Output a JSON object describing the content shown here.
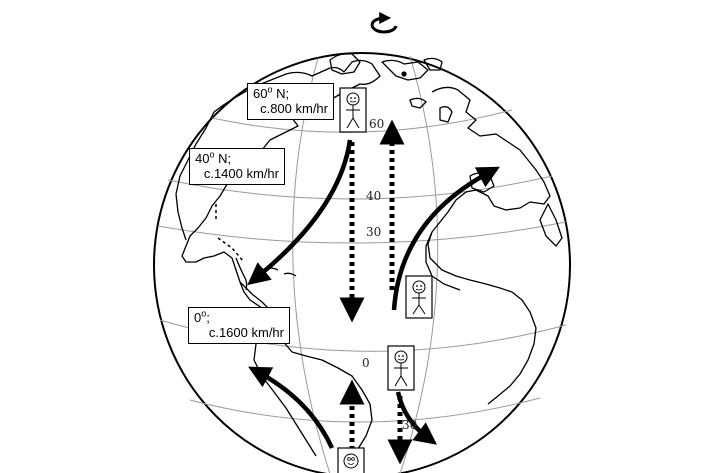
{
  "labels": {
    "lat60": {
      "deg": "60",
      "unit": "o",
      "suffix": " N;",
      "speed": "c.800 km/hr"
    },
    "lat40": {
      "deg": "40",
      "unit": "o",
      "suffix": " N;",
      "speed": "c.1400 km/hr"
    },
    "lat0": {
      "deg": "0",
      "unit": "o",
      "suffix": ";",
      "speed": "c.1600 km/hr"
    }
  },
  "latitude_marks": {
    "m60": "60",
    "m40": "40",
    "m30": "30",
    "m0": "0",
    "m30s": "30"
  },
  "colors": {
    "ink": "#000000",
    "grid": "#9a9a9a",
    "paper": "#ffffff"
  },
  "icons": [
    "rotation-arrow-icon",
    "stick-figure-icon",
    "face-icon"
  ]
}
